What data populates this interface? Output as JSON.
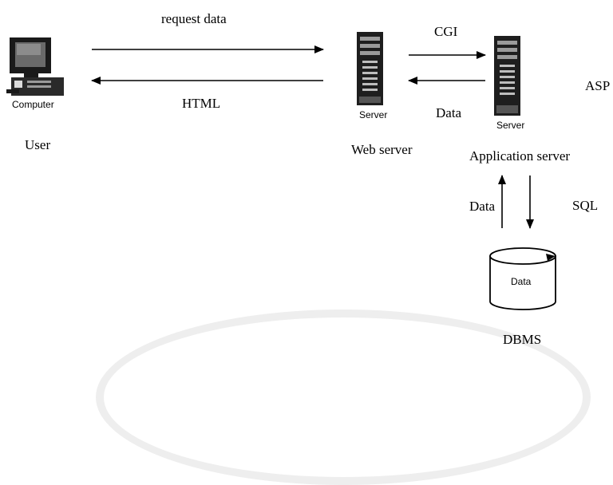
{
  "labels": {
    "request": "request data",
    "html": "HTML",
    "cgi": "CGI",
    "data_reply": "Data",
    "asp": "ASP",
    "data_up": "Data",
    "sql": "SQL"
  },
  "nodes": {
    "computer": {
      "caption": "Computer",
      "title": "User"
    },
    "web_server": {
      "caption": "Server",
      "title": "Web server"
    },
    "app_server": {
      "caption": "Server",
      "title": "Application server"
    },
    "database": {
      "caption": "Data",
      "title": "DBMS"
    }
  },
  "colors": {
    "line": "#000000",
    "band": "#eeeeee"
  }
}
